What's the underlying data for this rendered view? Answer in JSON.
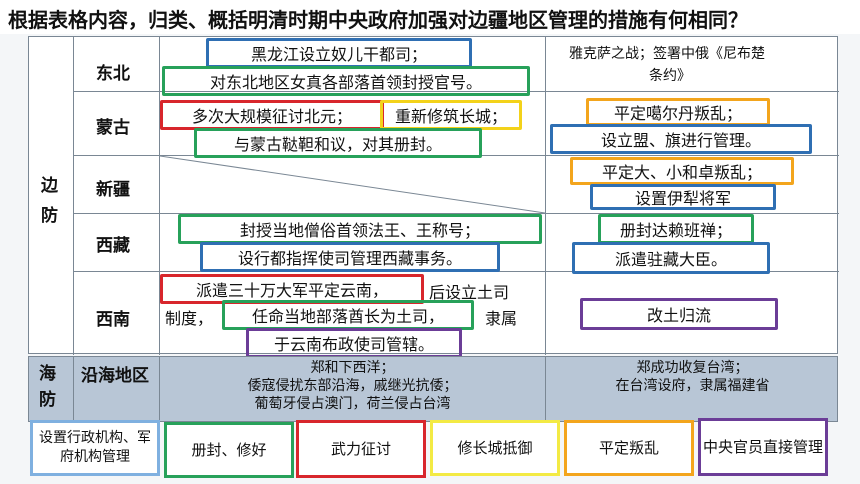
{
  "question": "根据表格内容，归类、概括明清时期中央政府加强对边疆地区管理的措施有何相同？",
  "table": {
    "category_bianfang": [
      "边",
      "防"
    ],
    "category_haifang": [
      "海",
      "防"
    ],
    "regions": [
      "东北",
      "蒙古",
      "新疆",
      "西藏",
      "西南",
      "沿海地区"
    ],
    "ming": {
      "dongbei": [
        "黑龙江设立奴儿干都司；",
        "对东北地区女真各部落首领封授官号。"
      ],
      "menggu": [
        "多次大规模征讨北元；",
        "重新修筑长城；",
        "与蒙古鞑靼和议，对其册封。"
      ],
      "xizang": [
        "封授当地僧俗首领法王、王称号；",
        "设行都指挥使司管理西藏事务。"
      ],
      "xinan": [
        "派遣三十万大军平定云南，",
        "后设立土司",
        "制度，",
        "任命当地部落酋长为土司，",
        "隶属",
        "于云南布政使司管辖。"
      ],
      "yanhai": [
        "郑和下西洋；",
        "倭寇侵扰东部沿海，戚继光抗倭；",
        "葡萄牙侵占澳门，荷兰侵占台湾"
      ]
    },
    "qing": {
      "dongbei": [
        "雅克萨之战；签署中俄《尼布楚",
        "条约》"
      ],
      "menggu": [
        "平定噶尔丹叛乱；",
        "设立盟、旗进行管理。"
      ],
      "xinjiang": [
        "平定大、小和卓叛乱；",
        "设置伊犁将军"
      ],
      "xizang": [
        "册封达赖班禅；",
        "派遣驻藏大臣。"
      ],
      "xinan": [
        "改土归流"
      ],
      "yanhai": [
        "郑成功收复台湾；",
        "在台湾设府，隶属福建省"
      ]
    }
  },
  "legend": [
    {
      "label": "设置行政机构、军府机构管理",
      "color": "#2f6fb3"
    },
    {
      "label": "册封、修好",
      "color": "#27a15a"
    },
    {
      "label": "武力征讨",
      "color": "#d8262c"
    },
    {
      "label": "修长城抵御",
      "color": "#f3d21a"
    },
    {
      "label": "平定叛乱",
      "color": "#f3a51d"
    },
    {
      "label": "中央官员直接管理",
      "color": "#6b3d97"
    }
  ]
}
